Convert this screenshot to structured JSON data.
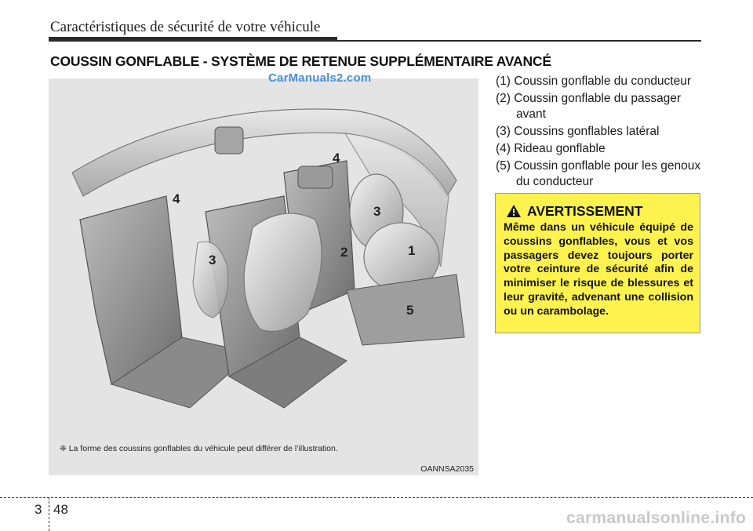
{
  "header": {
    "title": "Caractéristiques de sécurité de votre véhicule"
  },
  "section": {
    "heading": "COUSSIN GONFLABLE - SYSTÈME DE RETENUE SUPPLÉMENTAIRE AVANCÉ"
  },
  "figure": {
    "watermark": "CarManuals2.com",
    "note": "❈ La forme des coussins gonflables du véhicule peut différer de l’illustration.",
    "code": "OANNSA2035",
    "callouts": [
      "1",
      "2",
      "3",
      "4",
      "5",
      "4",
      "3"
    ]
  },
  "legend": {
    "items": [
      "(1) Coussin gonflable du conducteur",
      "(2) Coussin gonflable du passager avant",
      "(3) Coussins gonflables latéral",
      "(4) Rideau gonflable",
      "(5) Coussin gonflable pour les genoux du conducteur"
    ]
  },
  "warning": {
    "title": "AVERTISSEMENT",
    "text": "Même dans un véhicule équipé de coussins gonflables, vous et vos passagers devez toujours porter votre ceinture de sécurité afin de minimiser le risque de blessures et leur gravité, advenant une collision ou un carambolage.",
    "icon": "warning-triangle-icon",
    "background": "#fef24e"
  },
  "footer": {
    "chapter": "3",
    "page": "48",
    "brand": "carmanualsonline.info"
  }
}
